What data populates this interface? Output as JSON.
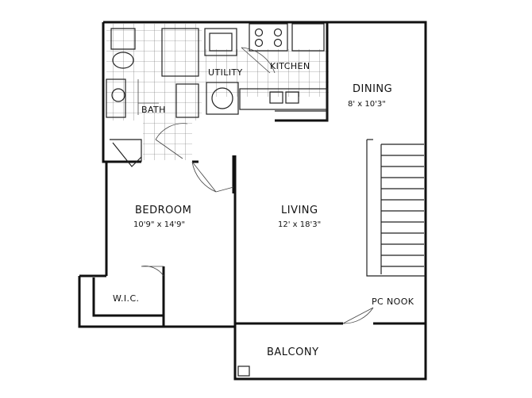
{
  "rooms": {
    "dining": {
      "name": "DINING",
      "dimensions": "8' x 10'3\""
    },
    "kitchen": {
      "name": "KITCHEN"
    },
    "utility": {
      "name": "UTILITY"
    },
    "bath": {
      "name": "BATH"
    },
    "bedroom": {
      "name": "BEDROOM",
      "dimensions": "10'9\" x 14'9\""
    },
    "living": {
      "name": "LIVING",
      "dimensions": "12' x 18'3\""
    },
    "wic": {
      "name": "W.I.C."
    },
    "pc_nook": {
      "name": "PC NOOK"
    },
    "balcony": {
      "name": "BALCONY"
    }
  },
  "colors": {
    "ink": "#111111",
    "paper": "#ffffff"
  }
}
